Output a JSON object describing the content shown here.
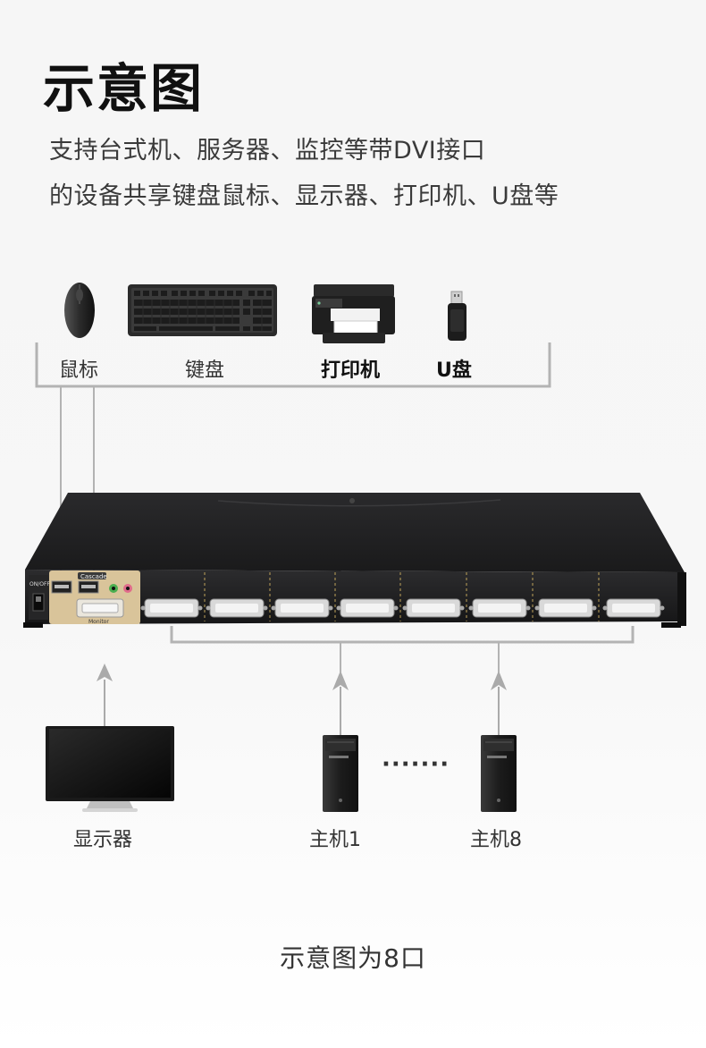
{
  "header": {
    "title": "示意图",
    "subtitle_line1": "支持台式机、服务器、监控等带DVI接口",
    "subtitle_line2": "的设备共享键盘鼠标、显示器、打印机、U盘等"
  },
  "peripherals": {
    "mouse": "鼠标",
    "keyboard": "键盘",
    "printer": "打印机",
    "usb": "U盘"
  },
  "device": {
    "power_label": "ON/OFF",
    "cascade_label": "Cascade",
    "monitor_label": "Monitor",
    "port_count": 8
  },
  "bottom": {
    "monitor": "显示器",
    "host1": "主机1",
    "dots": "·······",
    "host8": "主机8"
  },
  "caption": "示意图为8口",
  "colors": {
    "connector_line": "#b3b3b3",
    "device_body": "#1e1e20",
    "panel_gold": "#d9c49a"
  }
}
